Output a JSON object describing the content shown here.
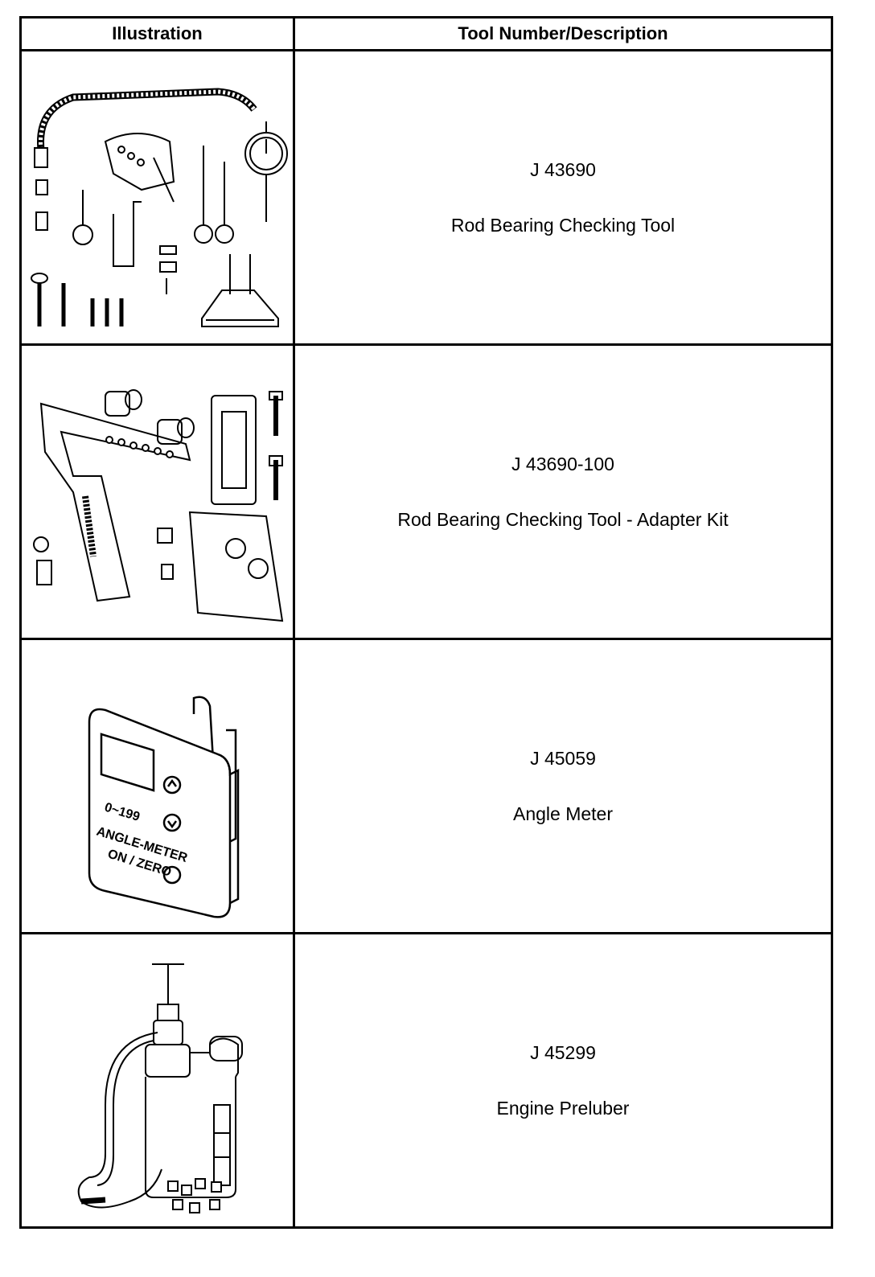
{
  "table": {
    "headers": {
      "illustration": "Illustration",
      "tool": "Tool Number/Description"
    },
    "rows": [
      {
        "number": "J 43690",
        "description": "Rod Bearing Checking Tool",
        "icon": "rod-bearing-checking-tool-icon"
      },
      {
        "number": "J 43690-100",
        "description": "Rod Bearing Checking Tool - Adapter Kit",
        "icon": "adapter-kit-icon"
      },
      {
        "number": "J 45059",
        "description": "Angle Meter",
        "icon": "angle-meter-icon",
        "device_labels": {
          "range": "0~199",
          "name": "ANGLE-METER",
          "button": "ON / ZERO"
        }
      },
      {
        "number": "J 45299",
        "description": "Engine Preluber",
        "icon": "engine-preluber-icon"
      }
    ]
  }
}
